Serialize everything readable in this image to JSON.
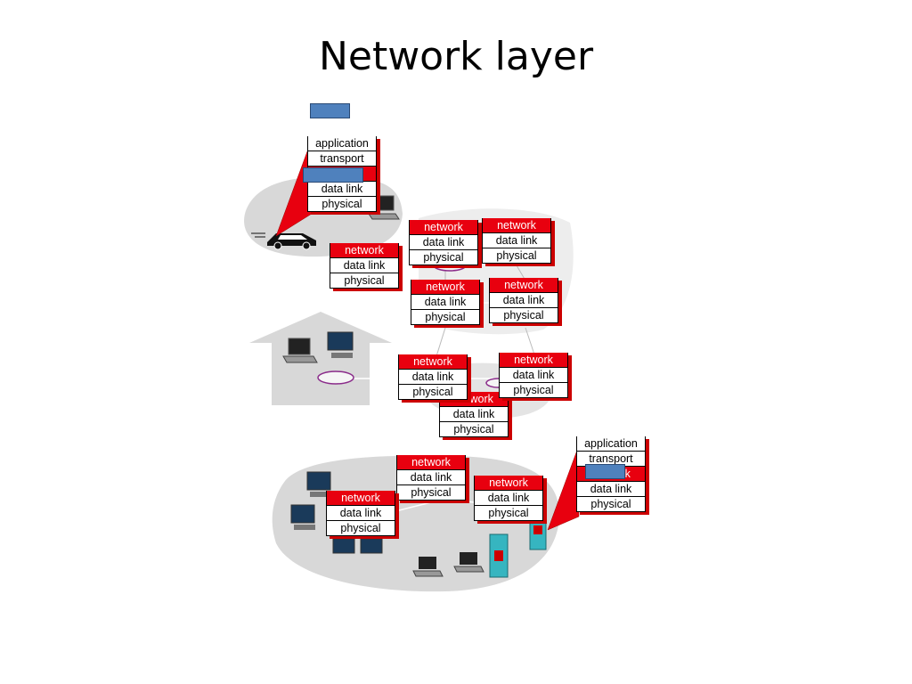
{
  "slide": {
    "title": "Network layer"
  },
  "labels": {
    "application": "application",
    "transport": "transport",
    "network": "network",
    "data_link": "data link",
    "physical": "physical"
  },
  "colors": {
    "network_layer": "#e8000f",
    "packet": "#4f81bd",
    "region": "#d8d8d8"
  }
}
